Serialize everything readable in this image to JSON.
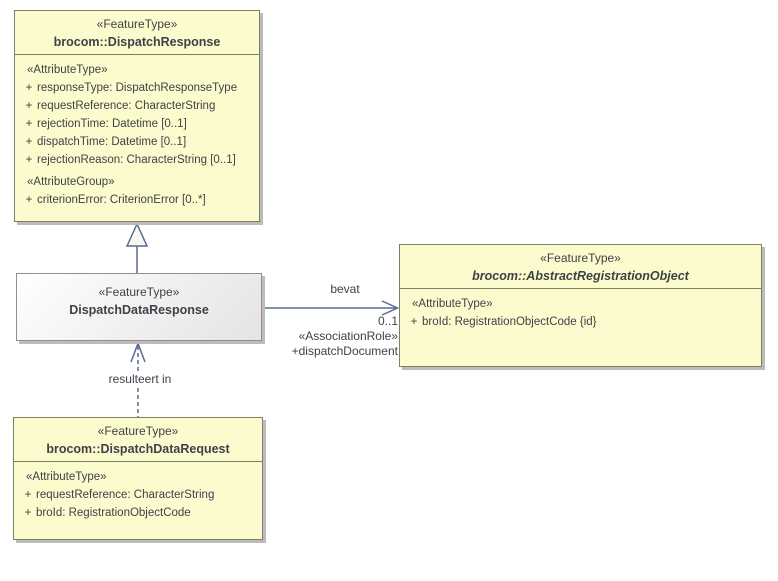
{
  "colors": {
    "canvas_bg": "#ffffff",
    "class_fill": "#fcfbce",
    "class_border": "#7f7f64",
    "highlight_fill_start": "#ffffff",
    "highlight_fill_end": "#e5e3e3",
    "highlight_border": "#9c8989",
    "connector": "#5a6b90",
    "generalization_head_fill": "#faf6f0",
    "shadow": "#bcbcbc",
    "text": "#3f4149"
  },
  "classes": {
    "dispatch_response": {
      "stereotype": "«FeatureType»",
      "name": "brocom::DispatchResponse",
      "sections": [
        {
          "heading": "«AttributeType»",
          "attributes": [
            {
              "visibility": "+",
              "text": "responseType: DispatchResponseType"
            },
            {
              "visibility": "+",
              "text": "requestReference: CharacterString"
            },
            {
              "visibility": "+",
              "text": "rejectionTime: Datetime [0..1]"
            },
            {
              "visibility": "+",
              "text": "dispatchTime: Datetime [0..1]"
            },
            {
              "visibility": "+",
              "text": "rejectionReason: CharacterString [0..1]"
            }
          ]
        },
        {
          "heading": "«AttributeGroup»",
          "attributes": [
            {
              "visibility": "+",
              "text": "criterionError: CriterionError [0..*]"
            }
          ]
        }
      ]
    },
    "dispatch_data_response": {
      "stereotype": "«FeatureType»",
      "name": "DispatchDataResponse"
    },
    "abstract_registration_object": {
      "stereotype": "«FeatureType»",
      "name": "brocom::AbstractRegistrationObject",
      "sections": [
        {
          "heading": "«AttributeType»",
          "attributes": [
            {
              "visibility": "+",
              "text": "broId: RegistrationObjectCode {id}"
            }
          ]
        }
      ]
    },
    "dispatch_data_request": {
      "stereotype": "«FeatureType»",
      "name": "brocom::DispatchDataRequest",
      "sections": [
        {
          "heading": "«AttributeType»",
          "attributes": [
            {
              "visibility": "+",
              "text": "requestReference: CharacterString"
            },
            {
              "visibility": "+",
              "text": "broId: RegistrationObjectCode"
            }
          ]
        }
      ]
    }
  },
  "connectors": {
    "association": {
      "name": "bevat",
      "target_multiplicity": "0..1",
      "target_role_stereotype": "«AssociationRole»",
      "target_role": "+dispatchDocument"
    },
    "dependency": {
      "label": "resulteert in"
    }
  }
}
